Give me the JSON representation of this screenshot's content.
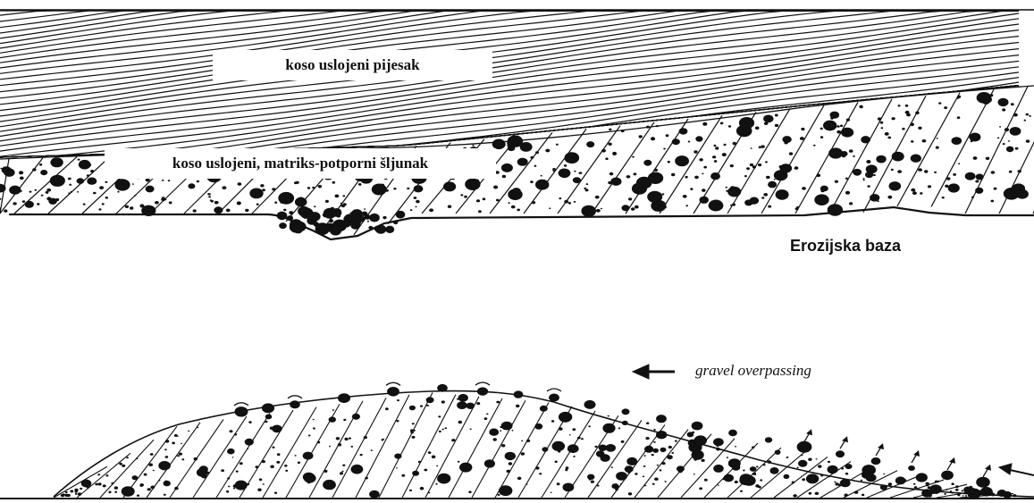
{
  "labels": {
    "sand": "koso uslojeni pijesak",
    "gravel": "koso uslojeni, matriks-potporni šljunak",
    "erosion_base": "Erozijska baza",
    "gravel_overpassing": "gravel overpassing"
  },
  "icons": {
    "flow_arrow": "arrow-left-icon"
  },
  "colors": {
    "ink": "#111111",
    "background": "#ffffff"
  }
}
